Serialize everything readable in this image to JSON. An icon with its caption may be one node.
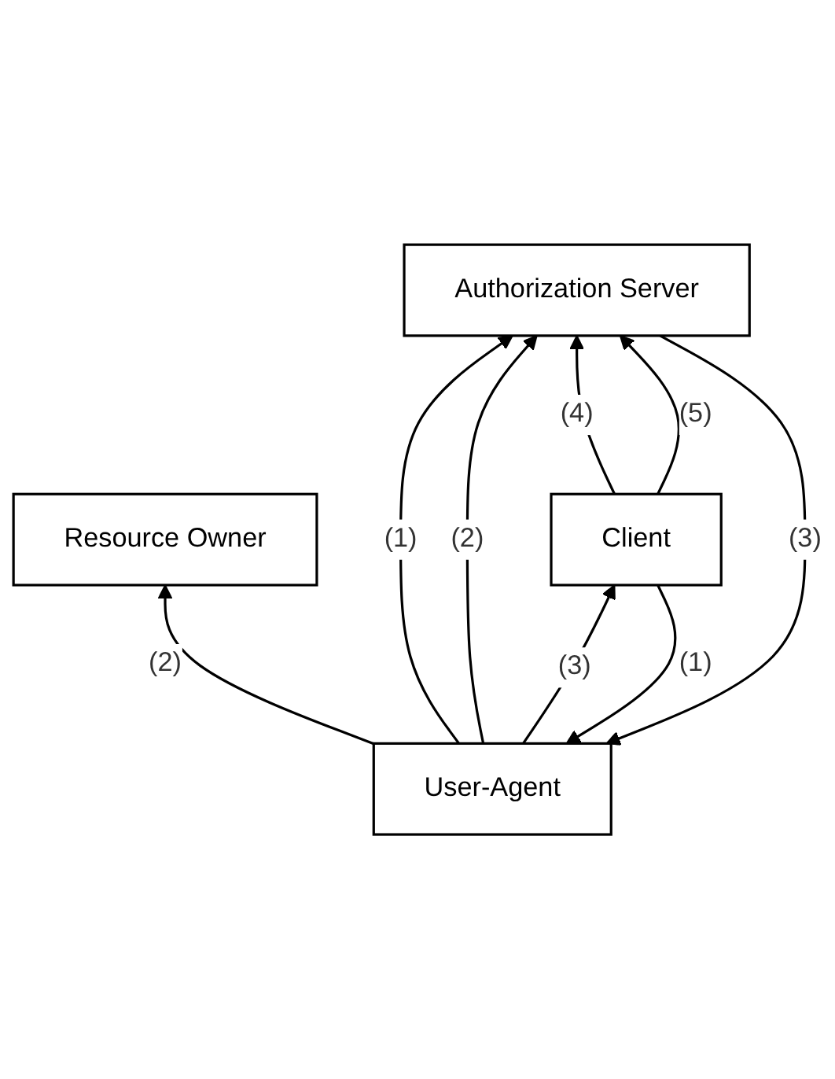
{
  "diagram": {
    "nodes": [
      {
        "text": [
          "Resource Owner"
        ]
      },
      {
        "text": [
          "User-Agent"
        ]
      },
      {
        "text": [
          "Authorization Server"
        ]
      },
      {
        "text": [
          "Client"
        ]
      }
    ],
    "edges": [
      {
        "from": 1,
        "to": 0,
        "arrow": "to",
        "label": "(2)"
      },
      {
        "from": 1,
        "to": 2,
        "arrow": "to",
        "label": "(1)"
      },
      {
        "from": 1,
        "to": 2,
        "arrow": "to",
        "label": "(2)"
      },
      {
        "from": 2,
        "to": 1,
        "arrow": "to",
        "label": "(3)"
      },
      {
        "from": 3,
        "to": 1,
        "arrow": "to",
        "label": "(1)"
      },
      {
        "from": 1,
        "to": 3,
        "arrow": "to",
        "label": "(3)"
      },
      {
        "from": 3,
        "to": 2,
        "arrow": "to",
        "label": "(4)"
      },
      {
        "from": 3,
        "to": 2,
        "arrow": "to",
        "label": "(5)"
      }
    ]
  }
}
